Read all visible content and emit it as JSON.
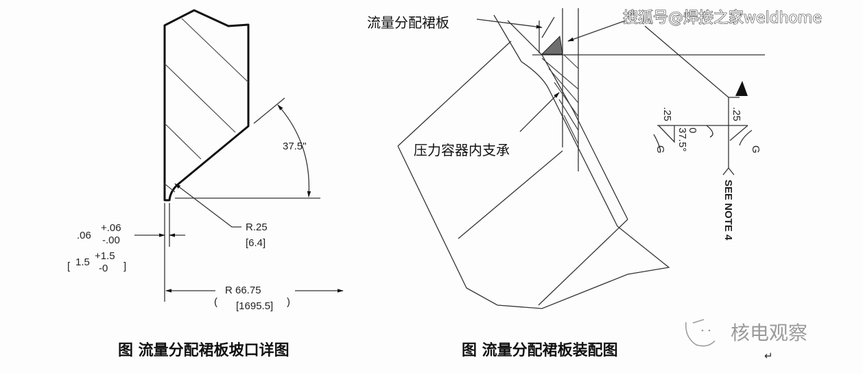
{
  "watermark": {
    "text": "搜狐号@焊接之家weldhome"
  },
  "left_figure": {
    "caption": "图  流量分配裙板坡口详图",
    "angle_label": "37.5\"",
    "radius_label": "R.25",
    "radius_metric": "[6.4]",
    "gap_nominal": ".06",
    "gap_plus": "+.06",
    "gap_minus": "-.00",
    "gap_metric_nominal": "1.5",
    "gap_metric_plus": "+1.5",
    "gap_metric_minus": "-0",
    "radius_dim_label": "R  66.75",
    "radius_dim_metric": "[1695.5]"
  },
  "right_figure": {
    "caption": "图  流量分配裙板装配图",
    "label_skirt": "流量分配裙板",
    "label_support": "压力容器内支承",
    "weld_symbol": {
      "top_size": ".25",
      "left_size": ".25",
      "root_gap": "0",
      "angle": "37.5°",
      "finish_left": "G",
      "finish_right": "G",
      "tail_note": "SEE NOTE 4"
    }
  },
  "logo": {
    "text": "核电观察",
    "return_mark": "↵"
  },
  "colors": {
    "line": "#111111",
    "weld_fill": "#6e6e6e",
    "background": "#fdfdfd"
  }
}
